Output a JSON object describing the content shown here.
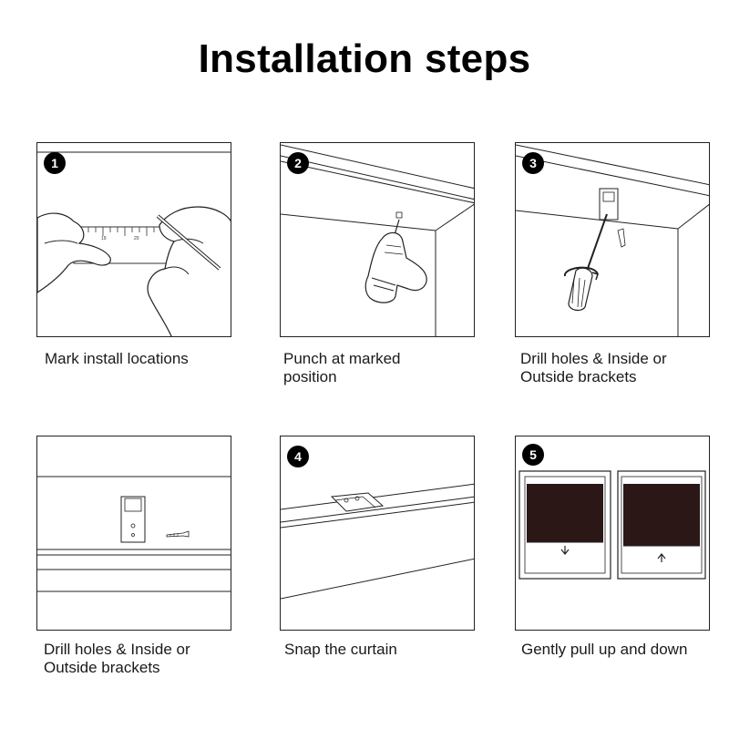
{
  "title": "Installation steps",
  "panels": [
    {
      "badge": "1",
      "caption": "Mark install locations",
      "tape_numbers": [
        "19",
        "20"
      ]
    },
    {
      "badge": "2",
      "caption": "Punch at marked position"
    },
    {
      "badge": "3",
      "caption": "Drill holes & Inside or Outside brackets"
    },
    {
      "badge": "",
      "caption": "Drill holes & Inside or Outside brackets"
    },
    {
      "badge": "4",
      "caption": "Snap the curtain"
    },
    {
      "badge": "5",
      "caption": "Gently pull up and down"
    }
  ],
  "colors": {
    "ink": "#111111",
    "shade": "#2a1716",
    "background": "#ffffff"
  }
}
